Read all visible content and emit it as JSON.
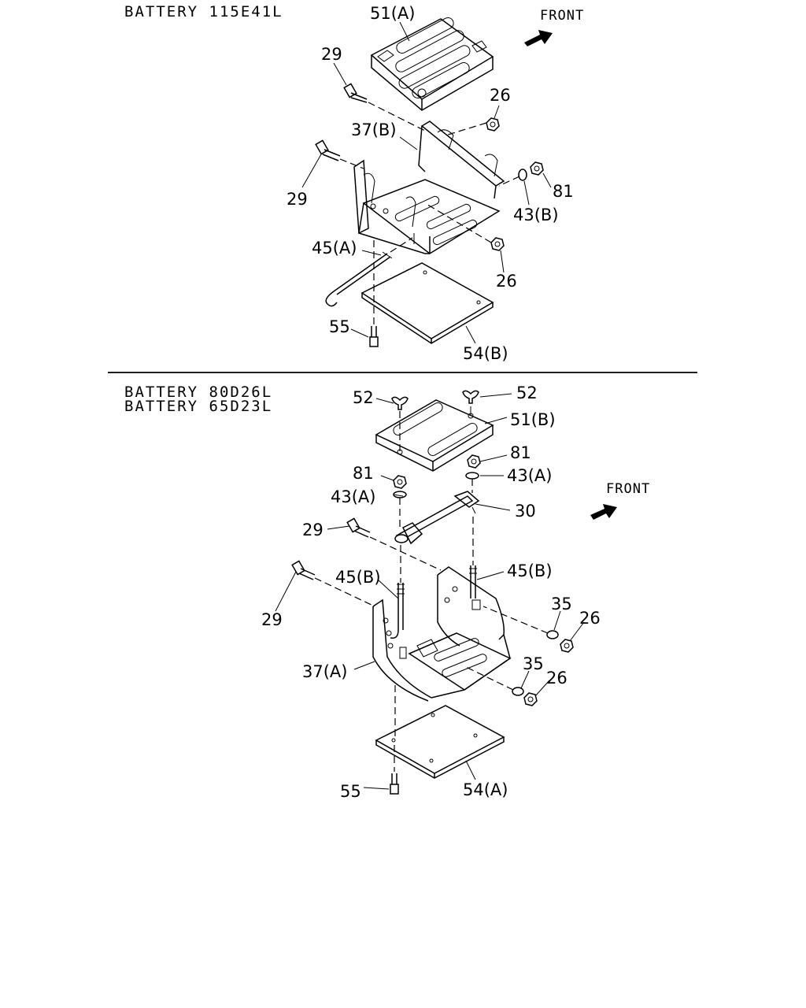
{
  "sections": [
    {
      "headings": [
        "BATTERY 115E41L"
      ],
      "front_label": "FRONT",
      "callouts": [
        "51(A)",
        "29",
        "26",
        "37(B)",
        "29",
        "81",
        "43(B)",
        "45(A)",
        "26",
        "55",
        "54(B)"
      ]
    },
    {
      "headings": [
        "BATTERY 80D26L",
        "BATTERY 65D23L"
      ],
      "front_label": "FRONT",
      "callouts": [
        "52",
        "52",
        "51(B)",
        "81",
        "81",
        "43(A)",
        "43(A)",
        "30",
        "29",
        "45(B)",
        "45(B)",
        "29",
        "35",
        "26",
        "37(A)",
        "35",
        "26",
        "55",
        "54(A)"
      ]
    }
  ],
  "colors": {
    "ink": "#000000",
    "paper": "#ffffff"
  },
  "icons": [
    "front-arrow-icon",
    "front-arrow-icon"
  ]
}
